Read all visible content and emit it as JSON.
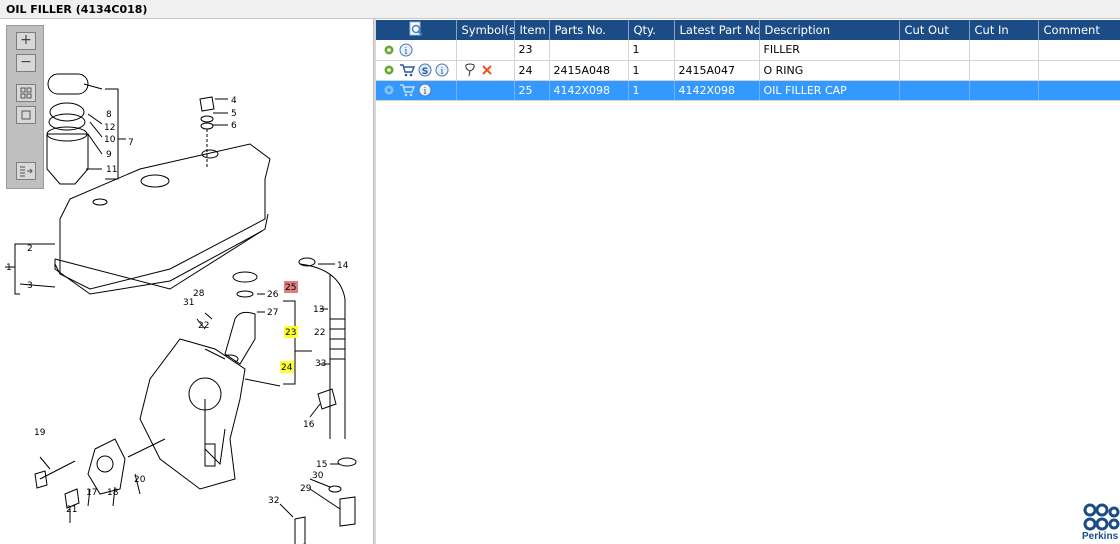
{
  "window": {
    "title": "OIL FILLER (4134C018)"
  },
  "toolbar": {
    "zoom_in": "+",
    "zoom_out": "−"
  },
  "diagram": {
    "callouts": [
      "1",
      "2",
      "3",
      "4",
      "5",
      "6",
      "7",
      "8",
      "9",
      "10",
      "11",
      "12",
      "13",
      "14",
      "15",
      "16",
      "17",
      "18",
      "19",
      "20",
      "21",
      "22",
      "22",
      "23",
      "24",
      "25",
      "26",
      "27",
      "28",
      "29",
      "30",
      "31",
      "32",
      "33"
    ],
    "highlight_yellow": [
      "23",
      "24"
    ],
    "highlight_red": [
      "25"
    ]
  },
  "grid": {
    "columns": [
      "",
      "Symbol(s)",
      "Item",
      "Parts No.",
      "Qty.",
      "Latest Part No.",
      "Description",
      "Cut Out",
      "Cut In",
      "Comment"
    ],
    "rows": [
      {
        "icons": [
          "gear-icon",
          "info-icon"
        ],
        "symbols": "",
        "item": "23",
        "parts_no": "",
        "qty": "1",
        "latest": "",
        "description": "FILLER",
        "cut_out": "",
        "cut_in": "",
        "comment": "",
        "selected": false
      },
      {
        "icons": [
          "gear-icon",
          "cart-icon",
          "s-badge-icon",
          "info-icon"
        ],
        "symbols": "",
        "item": "24",
        "parts_no": "2415A048",
        "qty": "1",
        "latest": "2415A047",
        "description": "O RING",
        "cut_out": "",
        "cut_in": "",
        "comment": "",
        "selected": false
      },
      {
        "icons": [
          "gear-icon",
          "cart-icon",
          "info-icon"
        ],
        "symbols": "",
        "item": "25",
        "parts_no": "4142X098",
        "qty": "1",
        "latest": "4142X098",
        "description": "OIL FILLER CAP",
        "cut_out": "",
        "cut_in": "",
        "comment": "",
        "selected": true
      }
    ]
  },
  "brand": {
    "name": "Perkins",
    "color": "#1c4c86"
  },
  "colors": {
    "header": "#1c4c86",
    "selection": "#3399ff",
    "highlight_yellow": "#ffff33",
    "highlight_red": "#e07f7f"
  }
}
